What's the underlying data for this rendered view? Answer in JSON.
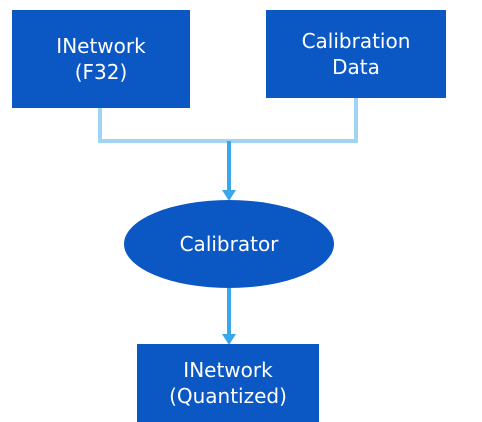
{
  "colors": {
    "node_fill": "#0b58c4",
    "connector": "#9fd4f5",
    "arrow": "#3aa7ea",
    "text": "#ffffff",
    "background": "#ffffff"
  },
  "nodes": {
    "input_network": {
      "line1": "INetwork",
      "line2": "(F32)"
    },
    "calibration_data": {
      "line1": "Calibration",
      "line2": "Data"
    },
    "calibrator": {
      "label": "Calibrator"
    },
    "output_network": {
      "line1": "INetwork",
      "line2": "(Quantized)"
    }
  }
}
